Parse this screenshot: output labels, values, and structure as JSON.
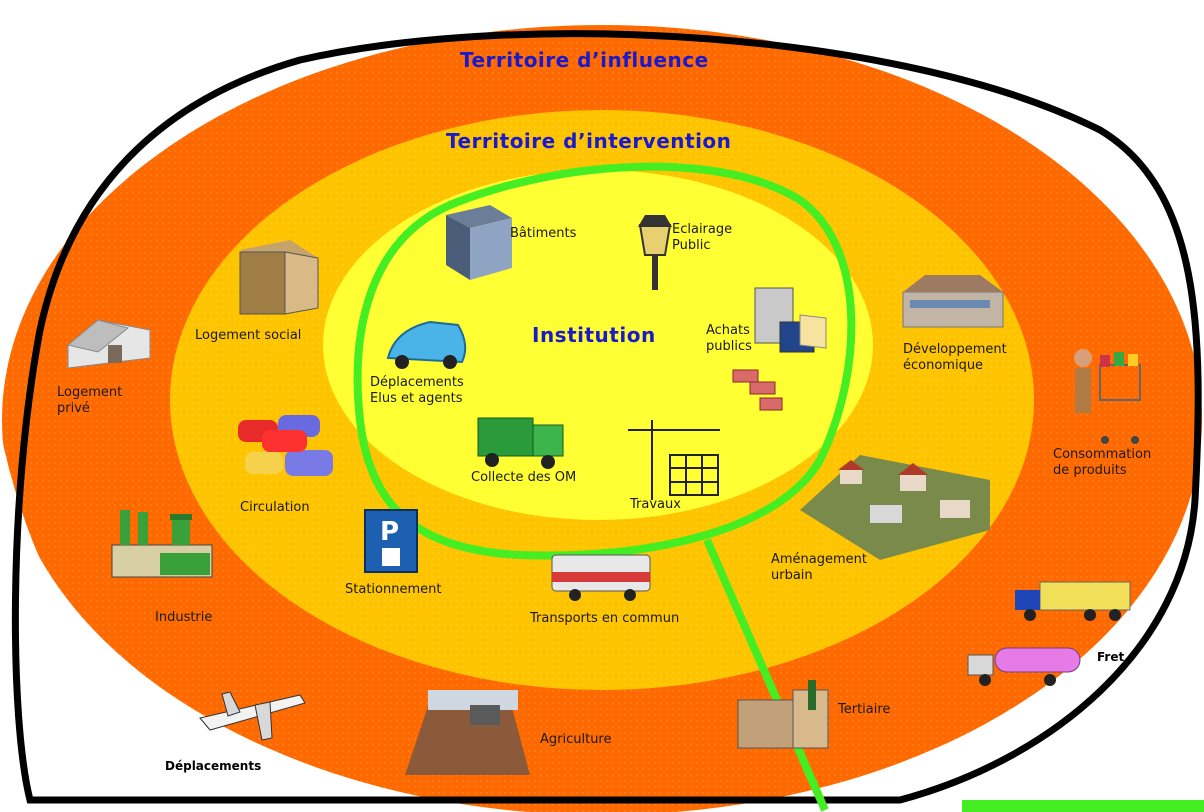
{
  "titles": {
    "influence": "Territoire d’influence",
    "intervention": "Territoire d’intervention",
    "institution": "Institution"
  },
  "labels": {
    "batiments": "Bâtiments",
    "eclairage": "Eclairage\nPublic",
    "achats": "Achats\npublics",
    "deplacements_elus": "Déplacements\nElus et agents",
    "collecte": "Collecte des OM",
    "travaux": "Travaux",
    "logement_social": "Logement social",
    "developpement": "Développement\néconomique",
    "circulation": "Circulation",
    "stationnement": "Stationnement",
    "transports": "Transports en commun",
    "amenagement": "Aménagement\nurbain",
    "logement_prive": "Logement\nprivé",
    "consommation": "Consommation\nde produits",
    "industrie": "Industrie",
    "fret": "Fret",
    "agriculture": "Agriculture",
    "tertiaire": "Tertiaire",
    "deplacements": "Déplacements"
  },
  "colors": {
    "influence": "#ff6a00",
    "intervention": "#ffc400",
    "institution": "#ffff33",
    "boundary": "#44ee22",
    "outline": "#000000",
    "title": "#1a1acc"
  }
}
